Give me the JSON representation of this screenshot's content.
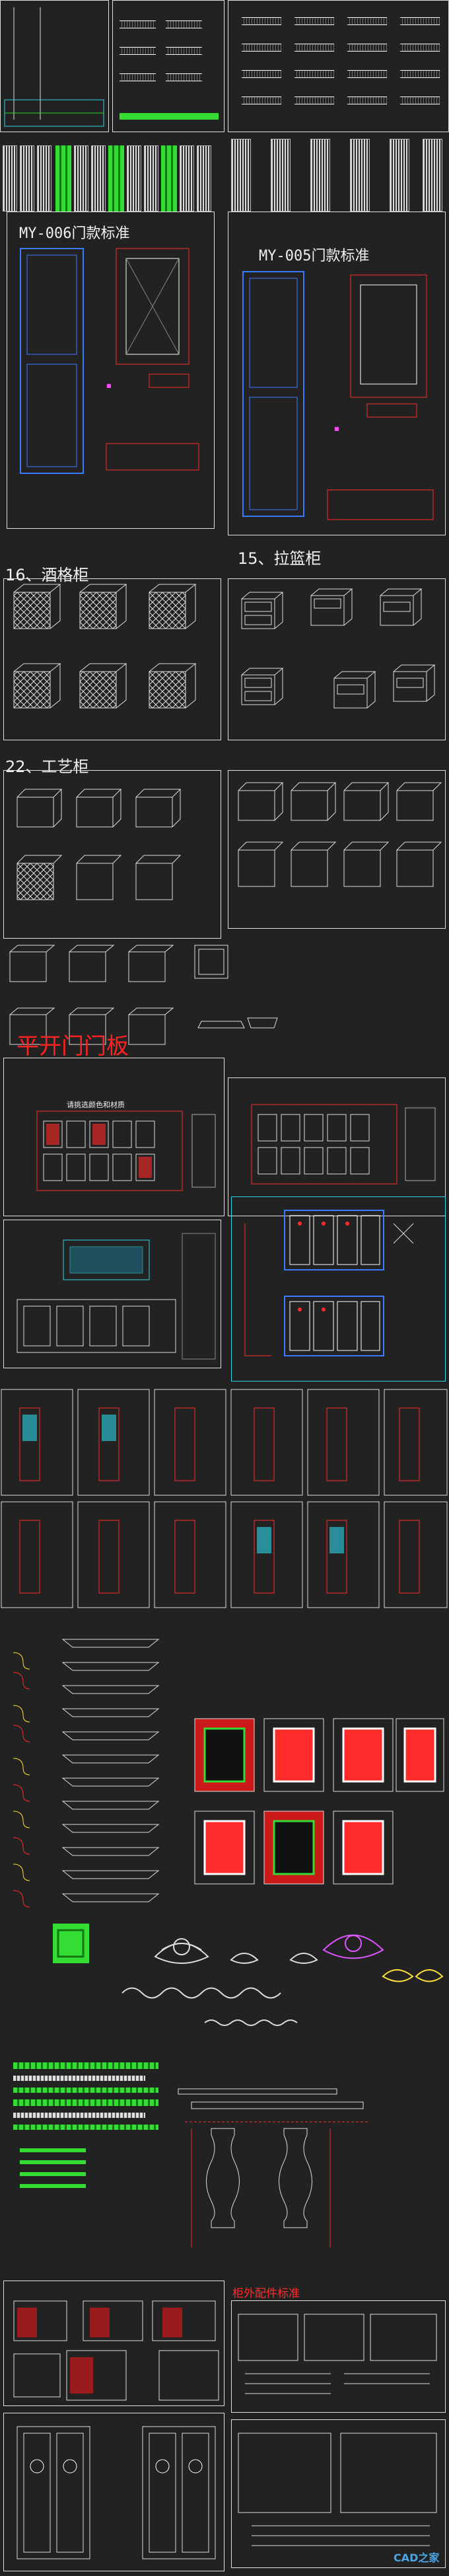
{
  "headings": {
    "door_006": "MY-006门款标准",
    "door_005": "MY-005门款标准",
    "sec16": "16、酒格柜",
    "sec15": "15、拉篮柜",
    "sec22": "22、工艺柜",
    "swing_door": "平开门门板",
    "color_option": "请挑选颜色和材质",
    "accessories": "柜外配件标准"
  },
  "watermark": "CAD之家",
  "colors": {
    "background": "#222222",
    "cad_white": "#e0e0e0",
    "cad_red": "#ff2a2a",
    "cad_blue": "#3a7cff",
    "cad_cyan": "#2fd6e6",
    "cad_green": "#33dd33",
    "cad_magenta": "#ff44ff",
    "cad_yellow": "#ffe23a"
  }
}
